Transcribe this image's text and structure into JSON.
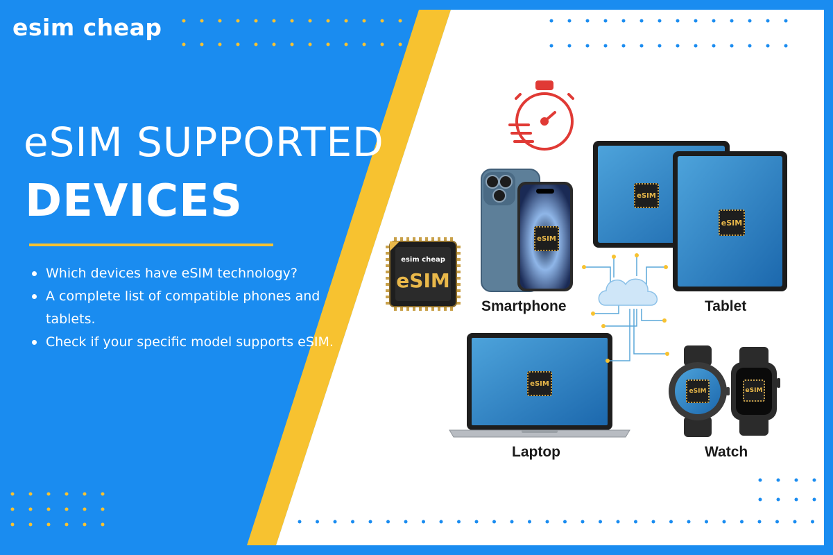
{
  "brand": {
    "name": "esim cheap"
  },
  "headline": {
    "line1": "eSIM SUPPORTED",
    "line2": "DEVICES"
  },
  "bullets": [
    "Which devices have eSIM technology?",
    "A complete list of compatible phones and tablets.",
    "Check if your specific model supports eSIM."
  ],
  "chip": {
    "brand": "esim cheap",
    "label": "eSIM"
  },
  "device_chip_label": "eSIM",
  "devices": {
    "smartphone": "Smartphone",
    "tablet": "Tablet",
    "laptop": "Laptop",
    "watch": "Watch"
  },
  "colors": {
    "background_blue": "#1a8cf0",
    "accent_yellow": "#f7c230",
    "panel_white": "#ffffff",
    "timer_red": "#e03a35",
    "screen_blue": "#2f86c9",
    "chip_gold": "#e9b84a"
  },
  "icons": {
    "timer": "stopwatch-icon",
    "cloud": "cloud-icon",
    "chip": "esim-chip-icon"
  }
}
